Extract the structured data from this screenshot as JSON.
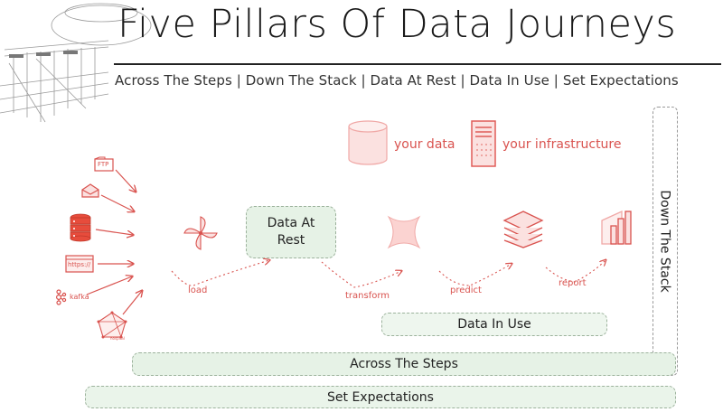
{
  "header": {
    "title": "Five Pillars Of Data Journeys",
    "subtitle": "Across The Steps  |  Down The Stack  |  Data At Rest  |  Data In Use  |  Set Expectations"
  },
  "legend": {
    "your_data": "your data",
    "your_infrastructure": "your infrastructure"
  },
  "sources": [
    {
      "label": "FTP",
      "icon": "ftp-icon"
    },
    {
      "label": "",
      "icon": "email-icon"
    },
    {
      "label": "",
      "icon": "database-icon"
    },
    {
      "label": "https://",
      "icon": "https-icon"
    },
    {
      "label": "kafka",
      "icon": "kafka-icon"
    },
    {
      "label": "hospital",
      "icon": "graph-icon"
    }
  ],
  "pipeline": {
    "rest_box": "Data At Rest",
    "steps": [
      "load",
      "transform",
      "predict",
      "report"
    ],
    "tools": [
      "airflow-pinwheel-icon",
      "dbt-icon",
      "databricks-layers-icon",
      "powerbi-icon"
    ]
  },
  "pillars": {
    "data_in_use": "Data In Use",
    "across_the_steps": "Across The Steps",
    "set_expectations": "Set Expectations",
    "down_the_stack": "Down The Stack"
  },
  "colors": {
    "accent_red": "#d9534f",
    "pillar_green": "#e6f2e6",
    "dashed_border": "#9cb29c"
  }
}
